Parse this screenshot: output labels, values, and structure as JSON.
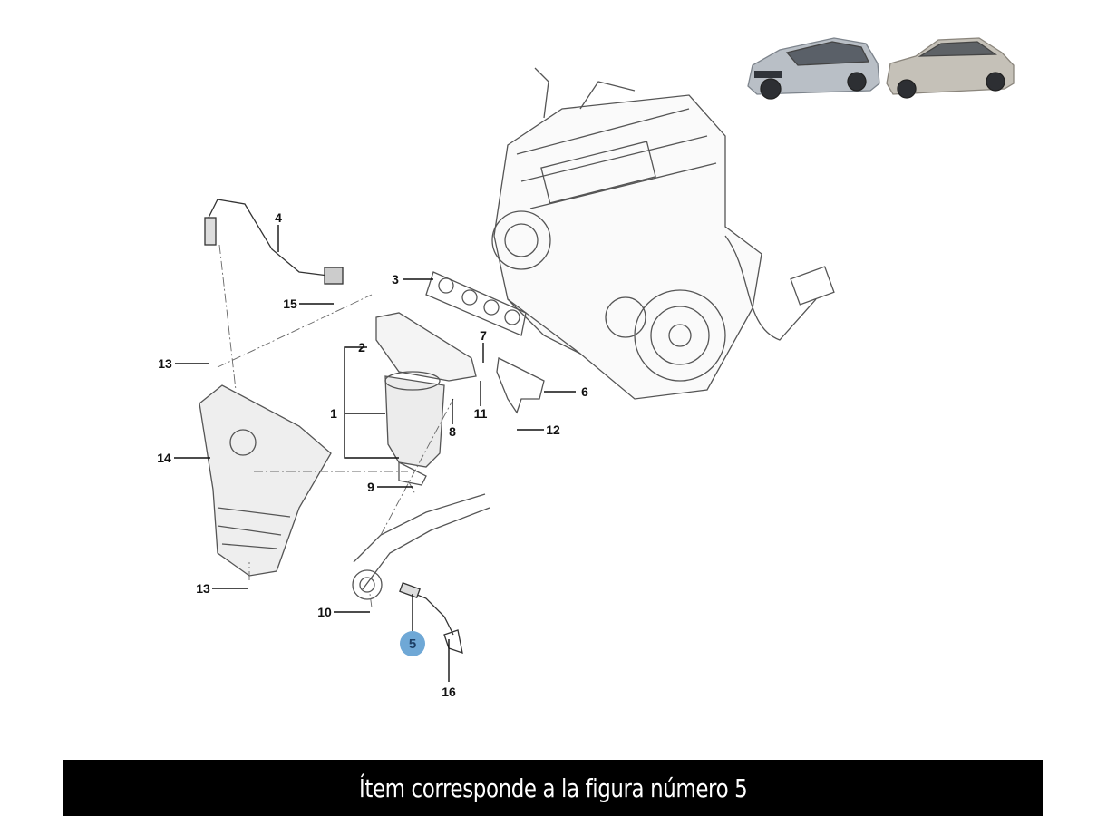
{
  "diagram": {
    "labels": {
      "l1": "1",
      "l2": "2",
      "l3": "3",
      "l4": "4",
      "l6": "6",
      "l7": "7",
      "l8": "8",
      "l9": "9",
      "l10": "10",
      "l11": "11",
      "l12": "12",
      "l13a": "13",
      "l13b": "13",
      "l14": "14",
      "l15": "15",
      "l16": "16"
    },
    "highlighted": "5",
    "highlight_color": "#6fa8d6"
  },
  "banner": {
    "text": "Ítem corresponde a la figura número 5"
  }
}
